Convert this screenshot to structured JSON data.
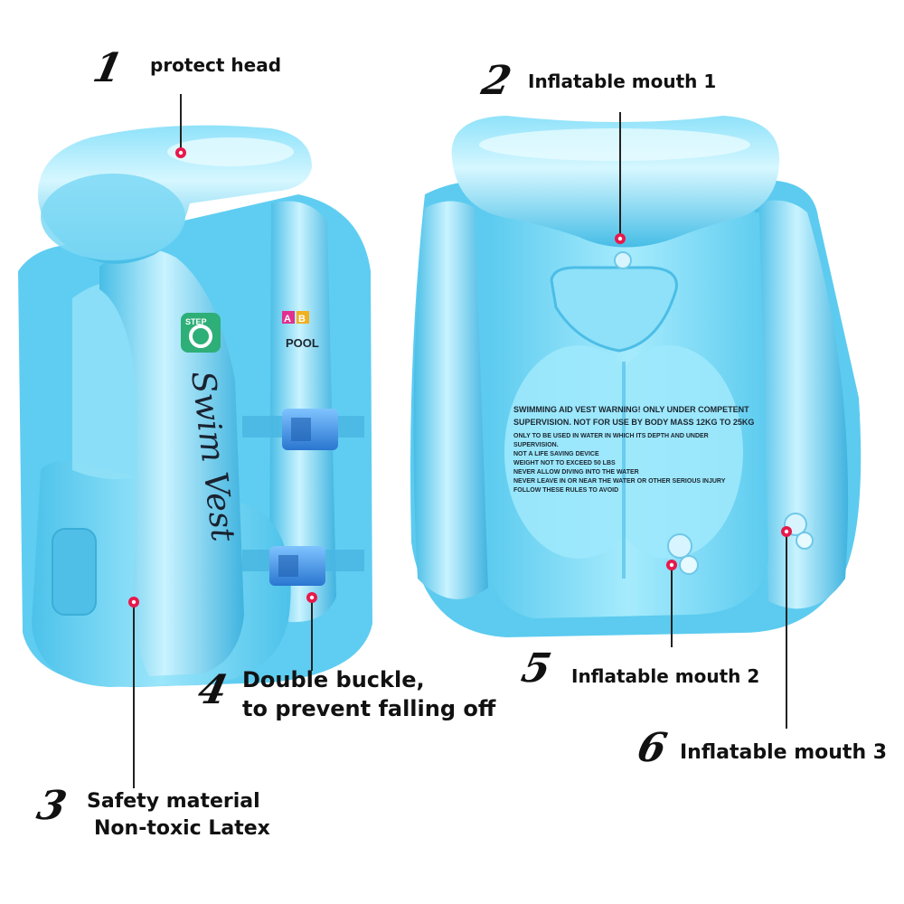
{
  "callouts": [
    {
      "number": "1",
      "text": "protect head"
    },
    {
      "number": "2",
      "text": "Inflatable mouth 1"
    },
    {
      "number": "3",
      "lines": [
        "Safety material",
        "Non-toxic Latex"
      ]
    },
    {
      "number": "4",
      "lines": [
        "Double buckle,",
        "to prevent falling off"
      ]
    },
    {
      "number": "5",
      "text": "Inflatable mouth 2"
    },
    {
      "number": "6",
      "text": "Inflatable mouth 3"
    }
  ],
  "vest_front": {
    "print_text": "Swim Vest",
    "badge_left": "STEP",
    "badge_right_letters": [
      "A",
      "B"
    ],
    "badge_right_word": "POOL"
  },
  "vest_back": {
    "warning_lines": [
      "SWIMMING AID VEST WARNING! ONLY UNDER COMPETENT",
      "SUPERVISION. NOT FOR USE BY BODY MASS 12KG TO 25KG",
      "ONLY TO BE USED IN WATER IN WHICH ITS DEPTH AND UNDER",
      "SUPERVISION.",
      "NOT A LIFE SAVING DEVICE",
      "WEIGHT NOT TO EXCEED 50 LBS",
      "NEVER ALLOW DIVING INTO THE WATER",
      "NEVER LEAVE IN OR NEAR THE WATER OR OTHER SERIOUS INJURY",
      "FOLLOW THESE RULES TO AVOID"
    ]
  },
  "colors": {
    "vest_light": "#bff0ff",
    "vest_mid": "#6fd3f2",
    "vest_dark": "#2ba8d8",
    "buckle": "#3b8fe0",
    "marker": "#e8184b"
  }
}
